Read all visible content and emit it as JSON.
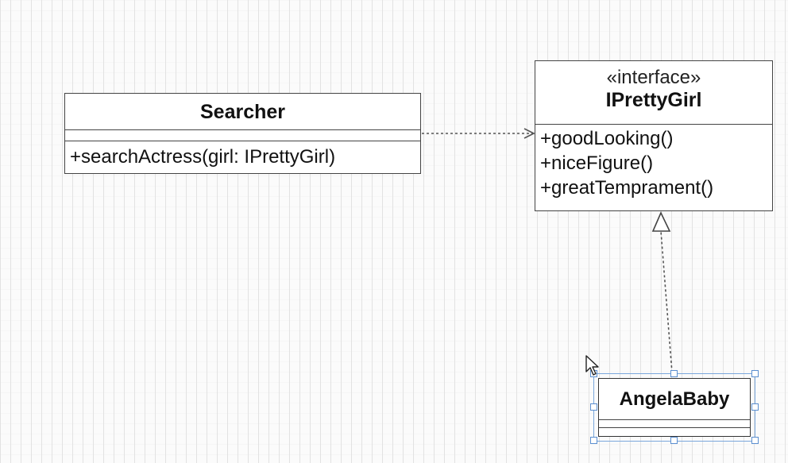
{
  "diagram": {
    "classes": {
      "searcher": {
        "name": "Searcher",
        "operations": [
          "+searchActress(girl: IPrettyGirl)"
        ]
      },
      "iprettygirl": {
        "stereotype": "«interface»",
        "name": "IPrettyGirl",
        "operations": [
          "+goodLooking()",
          "+niceFigure()",
          "+greatTemprament()"
        ]
      },
      "angelababy": {
        "name": "AngelaBaby",
        "operations": []
      }
    },
    "relations": [
      {
        "type": "dependency",
        "from": "Searcher",
        "to": "IPrettyGirl"
      },
      {
        "type": "realization",
        "from": "AngelaBaby",
        "to": "IPrettyGirl"
      }
    ],
    "colors": {
      "line": "#444444",
      "selection": "#7aa7dc",
      "grid": "#e2e2e2"
    }
  }
}
